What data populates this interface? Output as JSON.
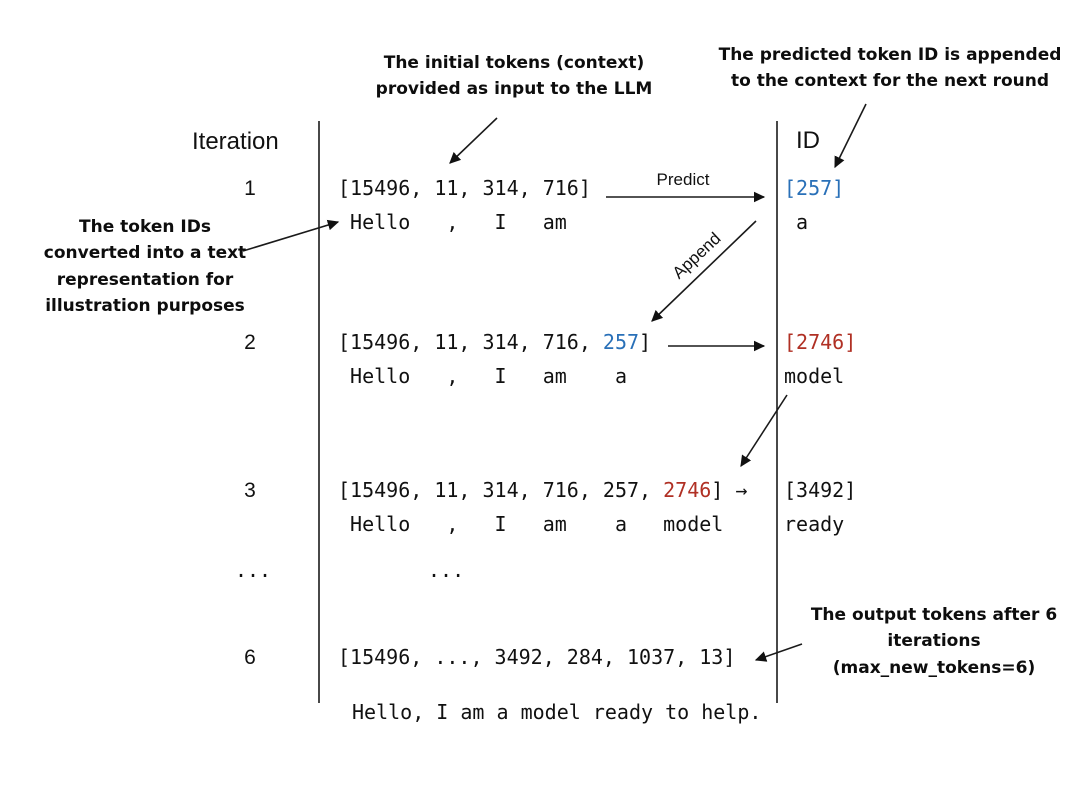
{
  "colors": {
    "blue": "#2970b8",
    "red": "#b03024",
    "text": "#111111"
  },
  "headers": {
    "iteration": "Iteration",
    "id": "ID"
  },
  "annotations": {
    "initial_tokens": {
      "line1": "The initial tokens (context)",
      "line2": "provided as input to the LLM"
    },
    "predicted_token": {
      "line1": "The predicted token ID is appended",
      "line2": "to the context for the next round"
    },
    "token_ids": {
      "line1": "The token IDs",
      "line2": "converted into a text",
      "line3": "representation for",
      "line4": "illustration purposes"
    },
    "output_tokens": {
      "line1": "The output tokens after 6",
      "line2": "iterations (max_new_tokens=6)"
    }
  },
  "arrow_labels": {
    "predict": "Predict",
    "append": "Append"
  },
  "rows": [
    {
      "iteration": "1",
      "tokens_pre": "[15496, 11, 314, 716]",
      "tokens_hl": "",
      "tokens_post": "",
      "decoded": " Hello   ,   I   am",
      "id_token": "[257]",
      "id_word": "a"
    },
    {
      "iteration": "2",
      "tokens_pre": "[15496, 11, 314, 716, ",
      "tokens_hl": "257",
      "tokens_post": "]",
      "decoded": " Hello   ,   I   am    a",
      "id_token": "[2746]",
      "id_word": "model"
    },
    {
      "iteration": "3",
      "tokens_pre": "[15496, 11, 314, 716, 257, ",
      "tokens_hl": "2746",
      "tokens_post": "] →",
      "decoded": " Hello   ,   I   am    a   model",
      "id_token": "[3492]",
      "id_word": "ready"
    },
    {
      "iteration": "...",
      "tokens_pre": "...",
      "tokens_hl": "",
      "tokens_post": "",
      "decoded": "",
      "id_token": "",
      "id_word": ""
    },
    {
      "iteration": "6",
      "tokens_pre": "[15496, ..., 3492, 284, 1037, 13]",
      "tokens_hl": "",
      "tokens_post": "",
      "decoded": "",
      "id_token": "",
      "id_word": ""
    }
  ],
  "final_sentence": "Hello, I am a model ready to help."
}
